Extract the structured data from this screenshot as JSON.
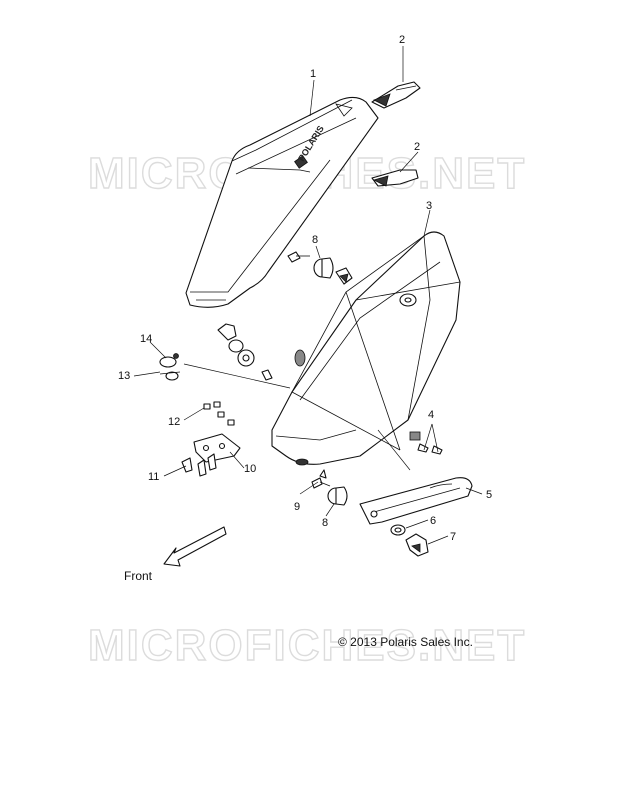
{
  "watermarks": [
    "MICROFICHES.NET",
    "MICROFICHES.NET"
  ],
  "copyright": "© 2013 Polaris Sales Inc.",
  "direction_label": "Front",
  "logo_text": "POLARIS",
  "callouts": [
    "1",
    "2",
    "2",
    "3",
    "4",
    "5",
    "6",
    "7",
    "8",
    "8",
    "9",
    "10",
    "11",
    "12",
    "13",
    "14"
  ]
}
